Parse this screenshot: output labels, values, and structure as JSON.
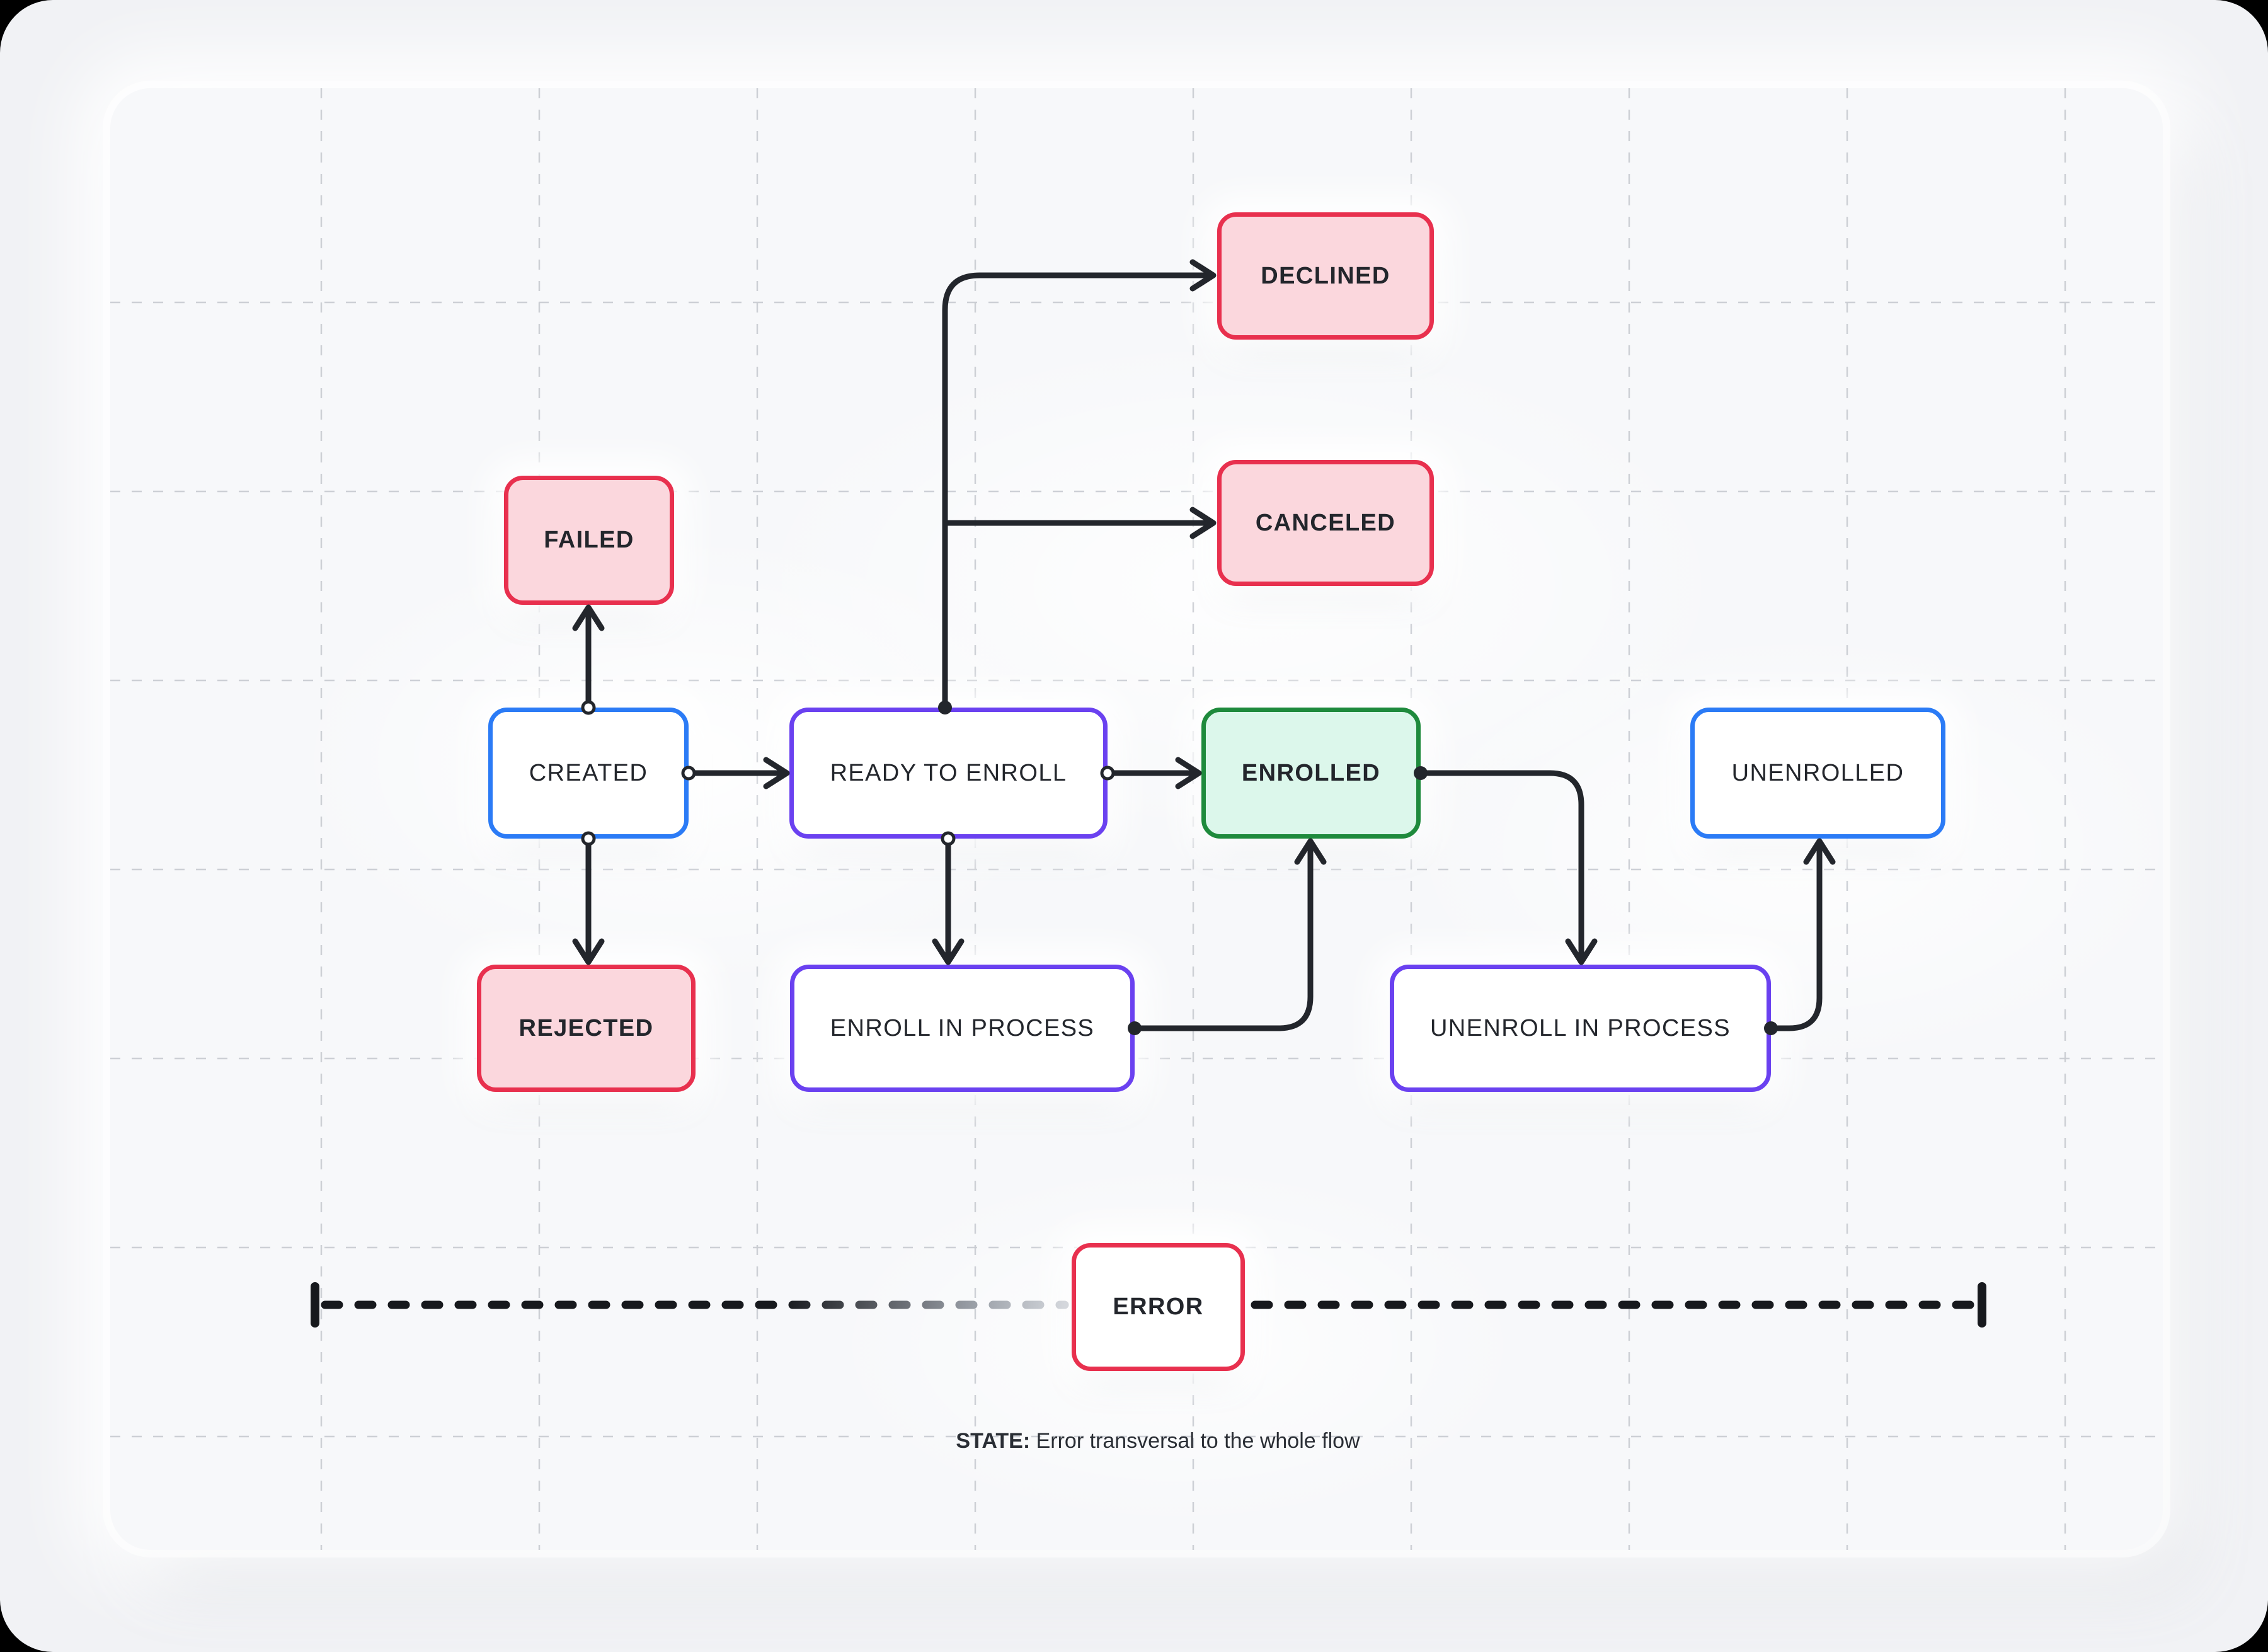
{
  "diagram": {
    "title_hint": "enrollment state flow",
    "colors": {
      "ink": "#23262C",
      "danger_border": "#E8304E",
      "danger_fill": "#FBD7DD",
      "success_border": "#1E8A3C",
      "success_fill": "#DCF7EB",
      "blue_border": "#2B7BF6",
      "purple_border": "#6A41F0",
      "canvas_bg": "#F7F8FA",
      "window_bg": "#F1F2F5",
      "grid_line": "#C9CCD2"
    },
    "nodes": [
      {
        "id": "failed",
        "label": "FAILED",
        "variant": "danger"
      },
      {
        "id": "declined",
        "label": "DECLINED",
        "variant": "danger"
      },
      {
        "id": "canceled",
        "label": "CANCELED",
        "variant": "danger"
      },
      {
        "id": "created",
        "label": "CREATED",
        "variant": "blue"
      },
      {
        "id": "ready-to-enroll",
        "label": "READY TO ENROLL",
        "variant": "purple"
      },
      {
        "id": "enrolled",
        "label": "ENROLLED",
        "variant": "success"
      },
      {
        "id": "unenrolled",
        "label": "UNENROLLED",
        "variant": "blue"
      },
      {
        "id": "rejected",
        "label": "REJECTED",
        "variant": "danger"
      },
      {
        "id": "enroll-in-process",
        "label": "ENROLL IN PROCESS",
        "variant": "purple"
      },
      {
        "id": "unenroll-in-process",
        "label": "UNENROLL IN PROCESS",
        "variant": "purple"
      },
      {
        "id": "error",
        "label": "ERROR",
        "variant": "error"
      }
    ],
    "edges": [
      {
        "from": "created",
        "to": "failed"
      },
      {
        "from": "created",
        "to": "ready-to-enroll"
      },
      {
        "from": "created",
        "to": "rejected"
      },
      {
        "from": "ready-to-enroll",
        "to": "declined"
      },
      {
        "from": "ready-to-enroll",
        "to": "canceled"
      },
      {
        "from": "ready-to-enroll",
        "to": "enrolled"
      },
      {
        "from": "ready-to-enroll",
        "to": "enroll-in-process"
      },
      {
        "from": "enroll-in-process",
        "to": "enrolled"
      },
      {
        "from": "enrolled",
        "to": "unenroll-in-process"
      },
      {
        "from": "unenroll-in-process",
        "to": "unenrolled"
      }
    ],
    "error_line": {
      "style": "dashed",
      "spans": "whole flow width"
    },
    "caption": {
      "prefix": "STATE:",
      "text": " Error transversal to the whole flow"
    }
  }
}
